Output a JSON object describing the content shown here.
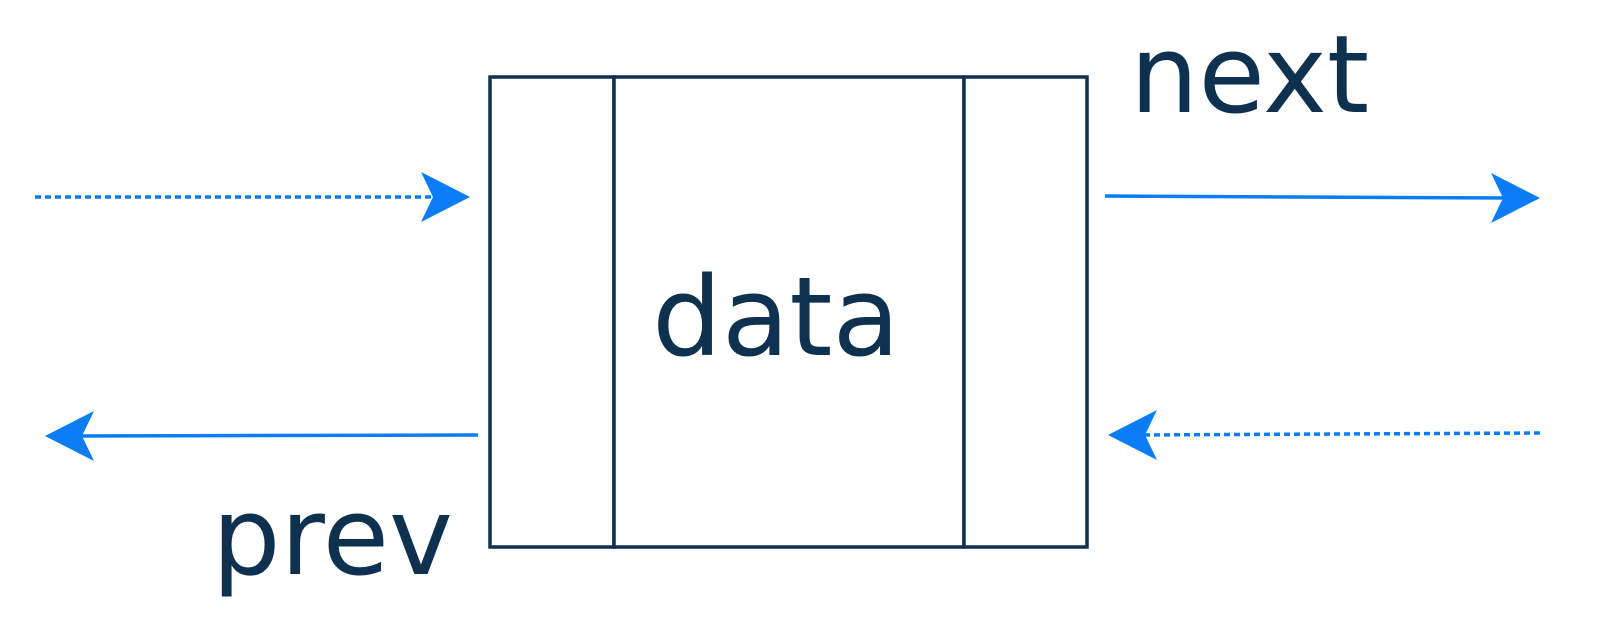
{
  "node": {
    "data_label": "data",
    "next_label": "next",
    "prev_label": "prev"
  },
  "colors": {
    "node_stroke": "#0f3150",
    "arrow": "#0a7cf5",
    "text": "#0f3150"
  }
}
